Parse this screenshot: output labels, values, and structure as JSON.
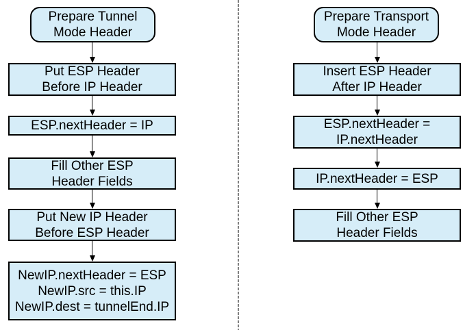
{
  "colors": {
    "background": "#FFFFFF",
    "box_fill": "#D6EDF8",
    "box_border": "#000000",
    "text": "#000000",
    "divider": "#808080"
  },
  "flowchart": {
    "tunnel": {
      "nodes": [
        {
          "shape": "terminator",
          "lines": [
            "Prepare Tunnel",
            "Mode Header"
          ]
        },
        {
          "shape": "process",
          "lines": [
            "Put ESP Header",
            "Before IP Header"
          ]
        },
        {
          "shape": "process",
          "lines": [
            "ESP.nextHeader = IP"
          ]
        },
        {
          "shape": "process",
          "lines": [
            "Fill Other ESP",
            "Header Fields"
          ]
        },
        {
          "shape": "process",
          "lines": [
            "Put New IP Header",
            "Before ESP Header"
          ]
        },
        {
          "shape": "process",
          "lines": [
            "NewIP.nextHeader = ESP",
            "NewIP.src = this.IP",
            "NewIP.dest = tunnelEnd.IP"
          ]
        }
      ]
    },
    "transport": {
      "nodes": [
        {
          "shape": "terminator",
          "lines": [
            "Prepare Transport",
            "Mode Header"
          ]
        },
        {
          "shape": "process",
          "lines": [
            "Insert ESP Header",
            "After IP Header"
          ]
        },
        {
          "shape": "process",
          "lines": [
            "ESP.nextHeader =",
            "IP.nextHeader"
          ]
        },
        {
          "shape": "process",
          "lines": [
            "IP.nextHeader = ESP"
          ]
        },
        {
          "shape": "process",
          "lines": [
            "Fill Other ESP",
            "Header Fields"
          ]
        }
      ]
    }
  }
}
